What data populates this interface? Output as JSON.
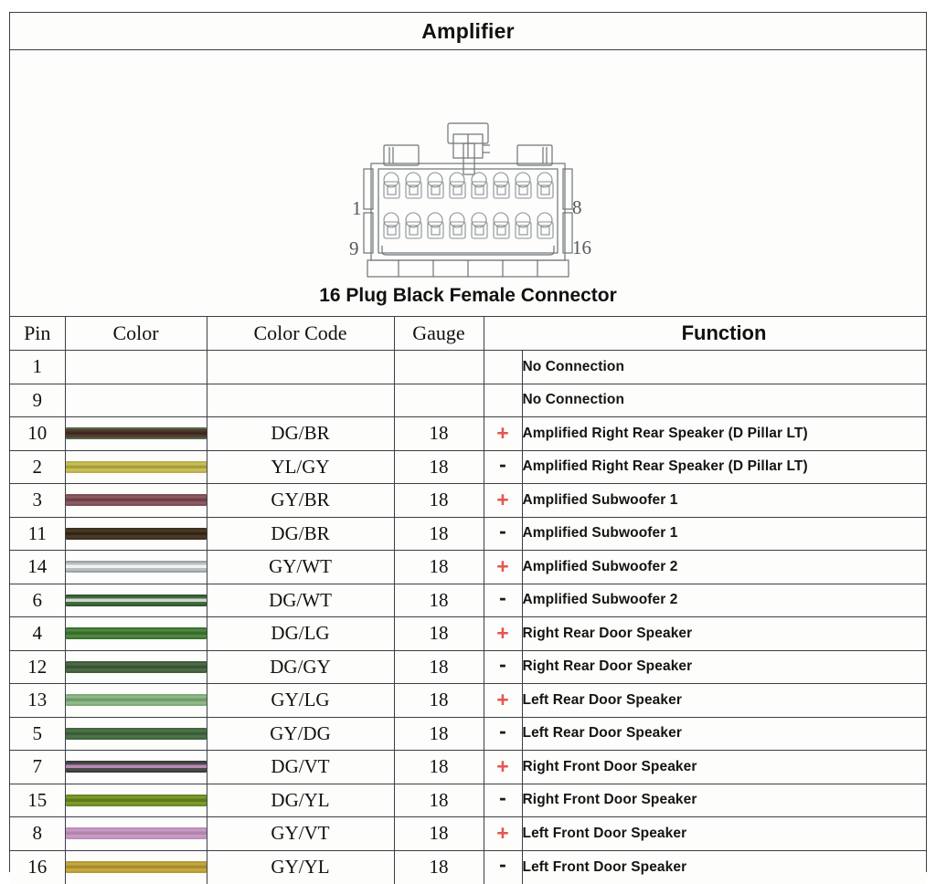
{
  "header": {
    "title": "Amplifier"
  },
  "connector": {
    "caption": "16 Plug Black Female Connector",
    "pin_labels": {
      "top_left": "1",
      "top_right": "8",
      "bottom_left": "9",
      "bottom_right": "16"
    },
    "pin_count": 16,
    "rows": 2,
    "columns": 8
  },
  "table": {
    "columns": [
      "Pin",
      "Color",
      "Color Code",
      "Gauge",
      "",
      "Function"
    ],
    "polarity_colors": {
      "plus": "#e4564f",
      "minus": "#1a1a1a"
    },
    "rows": [
      {
        "pin": "1",
        "swatch": null,
        "code": "",
        "gauge": "",
        "polarity": "",
        "function": "No Connection"
      },
      {
        "pin": "9",
        "swatch": null,
        "code": "",
        "gauge": "",
        "polarity": "",
        "function": "No Connection"
      },
      {
        "pin": "10",
        "swatch": {
          "base": "#5a3a2e",
          "stripe": "#3e2a20",
          "edge": "#4a6b4a"
        },
        "code": "DG/BR",
        "gauge": "18",
        "polarity": "+",
        "function": "Amplified Right Rear Speaker (D Pillar LT)"
      },
      {
        "pin": "2",
        "swatch": {
          "base": "#c9bf55",
          "stripe": "#a89c3e",
          "edge": "#b8ae4c"
        },
        "code": "YL/GY",
        "gauge": "18",
        "polarity": "-",
        "function": "Amplified Right Rear Speaker (D Pillar LT)"
      },
      {
        "pin": "3",
        "swatch": {
          "base": "#8c5a60",
          "stripe": "#6f4247",
          "edge": "#7d4f55"
        },
        "code": "GY/BR",
        "gauge": "18",
        "polarity": "+",
        "function": "Amplified Subwoofer 1"
      },
      {
        "pin": "11",
        "swatch": {
          "base": "#4a3a24",
          "stripe": "#322616",
          "edge": "#3e3020"
        },
        "code": "DG/BR",
        "gauge": "18",
        "polarity": "-",
        "function": "Amplified Subwoofer 1"
      },
      {
        "pin": "14",
        "swatch": {
          "base": "#b9bfc0",
          "stripe": "#f2f2f0",
          "edge": "#9aa3a4"
        },
        "code": "GY/WT",
        "gauge": "18",
        "polarity": "+",
        "function": "Amplified Subwoofer 2"
      },
      {
        "pin": "6",
        "swatch": {
          "base": "#3f6b3f",
          "stripe": "#cfd8c8",
          "edge": "#2f5530"
        },
        "code": "DG/WT",
        "gauge": "18",
        "polarity": "-",
        "function": "Amplified Subwoofer 2"
      },
      {
        "pin": "4",
        "swatch": {
          "base": "#4e8a3f",
          "stripe": "#3a6b2e",
          "edge": "#3d7232"
        },
        "code": "DG/LG",
        "gauge": "18",
        "polarity": "+",
        "function": "Right Rear Door Speaker"
      },
      {
        "pin": "12",
        "swatch": {
          "base": "#4c6b45",
          "stripe": "#3a5436",
          "edge": "#415c3c"
        },
        "code": "DG/GY",
        "gauge": "18",
        "polarity": "-",
        "function": "Right Rear Door Speaker"
      },
      {
        "pin": "13",
        "swatch": {
          "base": "#8fb98a",
          "stripe": "#6f9c6b",
          "edge": "#7eab79"
        },
        "code": "GY/LG",
        "gauge": "18",
        "polarity": "+",
        "function": "Left Rear Door Speaker"
      },
      {
        "pin": "5",
        "swatch": {
          "base": "#4c7348",
          "stripe": "#3b5c39",
          "edge": "#426640"
        },
        "code": "GY/DG",
        "gauge": "18",
        "polarity": "-",
        "function": "Left Rear Door Speaker"
      },
      {
        "pin": "7",
        "swatch": {
          "base": "#4a4a4a",
          "stripe": "#b98ab5",
          "edge": "#3a3a3a"
        },
        "code": "DG/VT",
        "gauge": "18",
        "polarity": "+",
        "function": "Right Front  Door Speaker"
      },
      {
        "pin": "15",
        "swatch": {
          "base": "#7d9b2b",
          "stripe": "#5e7a1e",
          "edge": "#6b8824"
        },
        "code": "DG/YL",
        "gauge": "18",
        "polarity": "-",
        "function": "Right Front  Door Speaker"
      },
      {
        "pin": "8",
        "swatch": {
          "base": "#c89ac4",
          "stripe": "#b184ae",
          "edge": "#bb8fb8"
        },
        "code": "GY/VT",
        "gauge": "18",
        "polarity": "+",
        "function": "Left Front  Door Speaker"
      },
      {
        "pin": "16",
        "swatch": {
          "base": "#c6a83f",
          "stripe": "#a88c2e",
          "edge": "#b59a36"
        },
        "code": "GY/YL",
        "gauge": "18",
        "polarity": "-",
        "function": "Left Front  Door Speaker"
      }
    ]
  }
}
